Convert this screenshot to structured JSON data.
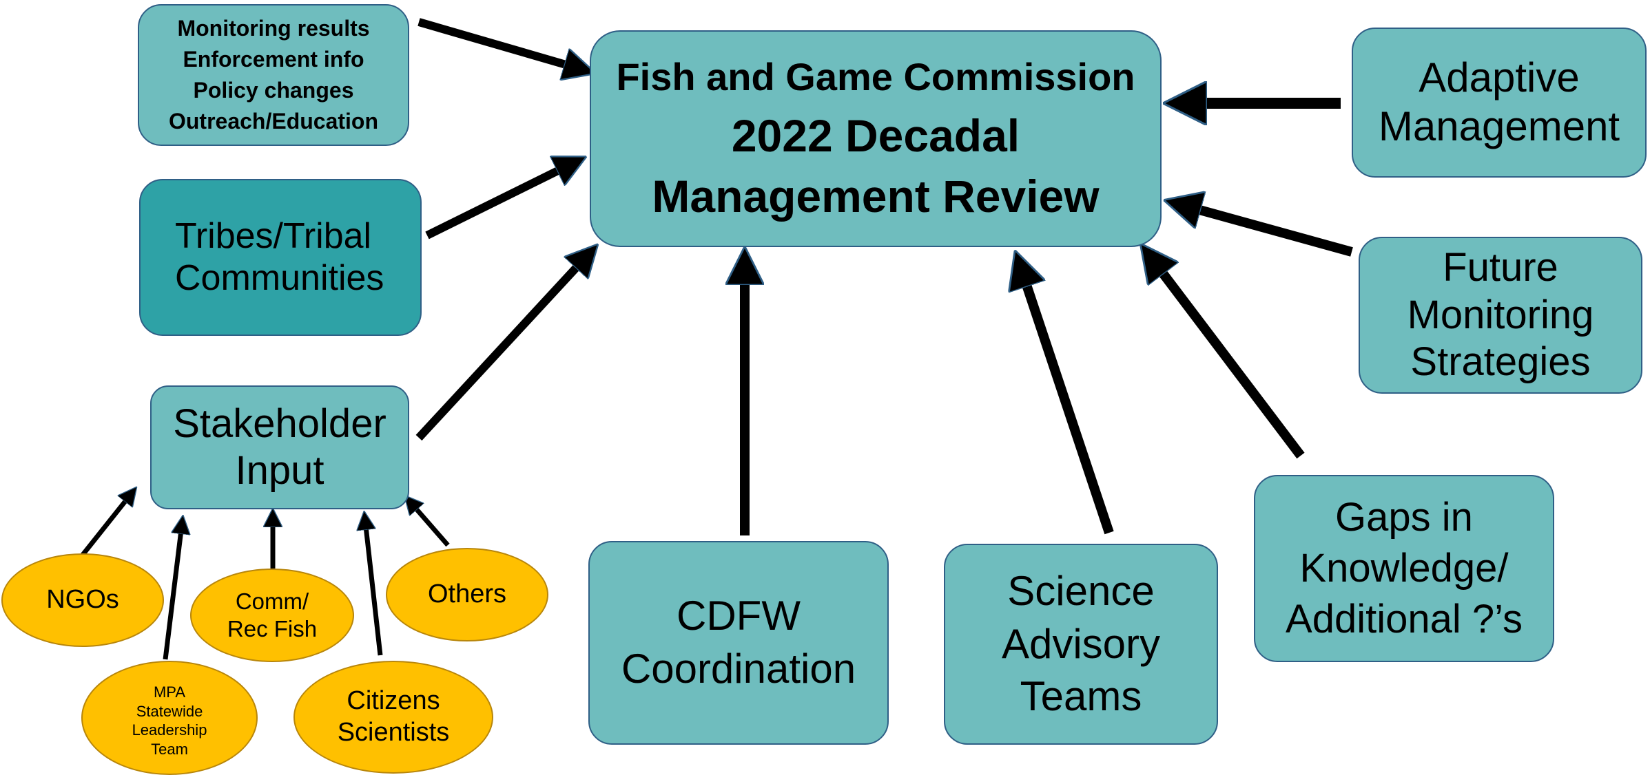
{
  "colors": {
    "box_fill": "#6fbdbe",
    "box_fill_dark": "#2ea2a6",
    "box_border": "#2f5f86",
    "ellipse_fill": "#ffc000",
    "arrow": "#000000"
  },
  "center": {
    "line1": "Fish and Game Commission",
    "line2": "2022 Decadal",
    "line3": "Management Review"
  },
  "inputs_list": [
    "Monitoring results",
    "Enforcement info",
    "Policy changes",
    "Outreach/Education"
  ],
  "tribes": [
    "Tribes/Tribal",
    "Communities"
  ],
  "stakeholder": [
    "Stakeholder",
    "Input"
  ],
  "adaptive": [
    "Adaptive",
    "Management"
  ],
  "future": [
    "Future",
    "Monitoring",
    "Strategies"
  ],
  "cdfw": [
    "CDFW",
    "Coordination"
  ],
  "science": [
    "Science",
    "Advisory",
    "Teams"
  ],
  "gaps": [
    "Gaps in",
    "Knowledge/",
    "Additional ?’s"
  ],
  "stakeholder_groups": {
    "ngos": [
      "NGOs"
    ],
    "comm_rec": [
      "Comm/",
      "Rec Fish"
    ],
    "others": [
      "Others"
    ],
    "mpa": [
      "MPA",
      "Statewide",
      "Leadership",
      "Team"
    ],
    "citizens": [
      "Citizens",
      "Scientists"
    ]
  }
}
